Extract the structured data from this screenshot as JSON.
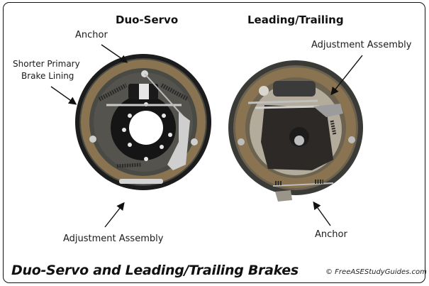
{
  "diagram": {
    "left_panel": {
      "title": "Duo-Servo",
      "labels": {
        "anchor": "Anchor",
        "lining_line1": "Shorter Primary",
        "lining_line2": "Brake Lining",
        "adjustment": "Adjustment Assembly"
      }
    },
    "right_panel": {
      "title": "Leading/Trailing",
      "labels": {
        "adjustment": "Adjustment Assembly",
        "anchor": "Anchor"
      }
    },
    "caption": "Duo-Servo and Leading/Trailing Brakes",
    "credit": "© FreeASEStudyGuides.com",
    "colors": {
      "drum_dark": "#1c1c1c",
      "backing_plate": "#3a3a3a",
      "lining": "#8a7350",
      "steel": "#b9b9b9",
      "spring": "#2a2a2a",
      "text": "#111111"
    }
  }
}
